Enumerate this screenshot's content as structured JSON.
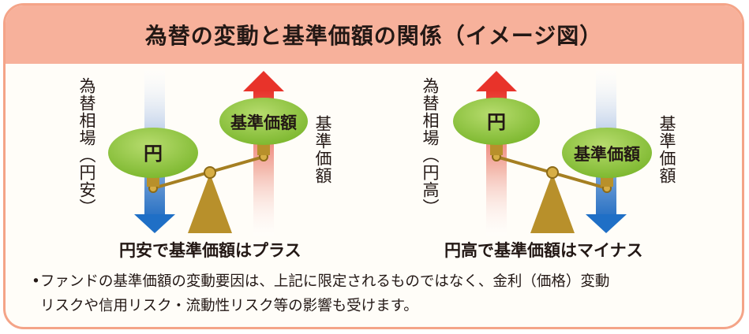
{
  "title": "為替の変動と基準価額の関係（イメージ図）",
  "left_panel": {
    "side_label": "為替相場（円安）",
    "yen_label": "円",
    "nav_label": "基準価額",
    "right_side_label": "基準価額",
    "caption": "円安で基準価額はプラス"
  },
  "right_panel": {
    "side_label": "為替相場（円高）",
    "yen_label": "円",
    "nav_label": "基準価額",
    "right_side_label": "基準価額",
    "caption": "円高で基準価額はマイナス"
  },
  "note": {
    "line1": "•ファンドの基準価額の変動要因は、上記に限定されるものではなく、金利（価格）変動",
    "line2": "リスクや信用リスク・流動性リスク等の影響も受けます。"
  },
  "colors": {
    "header_bg": "#f7b19b",
    "border": "#f4a488",
    "oval_green": "#8dc63f",
    "scale_gold": "#b8902b",
    "arrow_up_red": "#e8332a",
    "arrow_down_blue": "#1f6fc6"
  }
}
